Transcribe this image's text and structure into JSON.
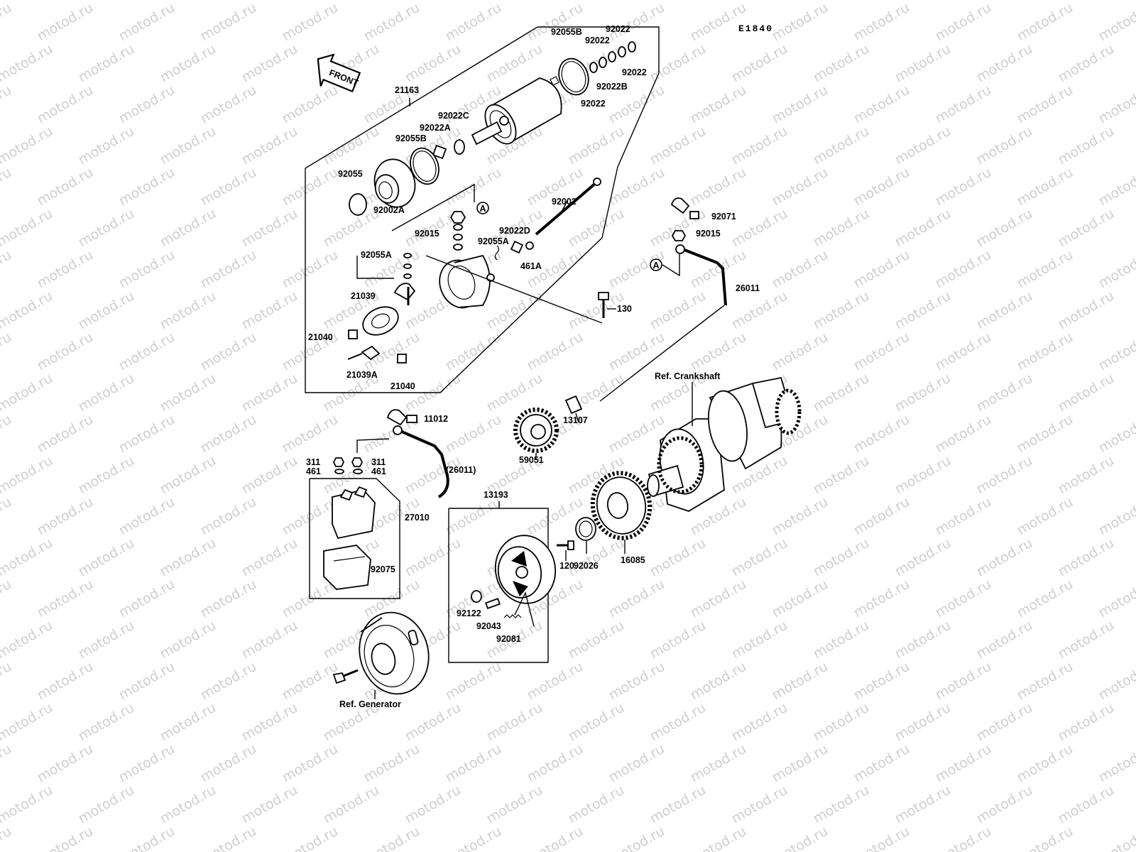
{
  "watermark": "motod.ru",
  "diagram_code": "E1840",
  "front_label": "FRONT",
  "refs": {
    "crankshaft": "Ref. Crankshaft",
    "generator": "Ref. Generator"
  },
  "callout_marker": "A",
  "labels": {
    "p21163": "21163",
    "p92055B_top": "92055B",
    "p92022_a": "92022",
    "p92022_b": "92022",
    "p92022_c": "92022",
    "p92022B": "92022B",
    "p92022_d": "92022",
    "p92022C": "92022C",
    "p92022A": "92022A",
    "p92055B": "92055B",
    "p92055": "92055",
    "p92002A": "92002A",
    "p92002": "92002",
    "p92015_a": "92015",
    "p92022D": "92022D",
    "p92055A_a": "92055A",
    "p92055A_b": "92055A",
    "p461A": "461A",
    "p21039": "21039",
    "p130": "130",
    "p21040_a": "21040",
    "p21039A": "21039A",
    "p21040_b": "21040",
    "p92071": "92071",
    "p92015_b": "92015",
    "p26011": "26011",
    "p11012": "11012",
    "p13107": "13107",
    "p311_a": "311",
    "p311_b": "311",
    "p461_a": "461",
    "p461_b": "461",
    "p26011_paren": "(26011)",
    "p59051": "59051",
    "p13193": "13193",
    "p27010": "27010",
    "p92075": "92075",
    "p120": "120",
    "p92026": "92026",
    "p16085": "16085",
    "p92122": "92122",
    "p92043": "92043",
    "p92081": "92081"
  }
}
